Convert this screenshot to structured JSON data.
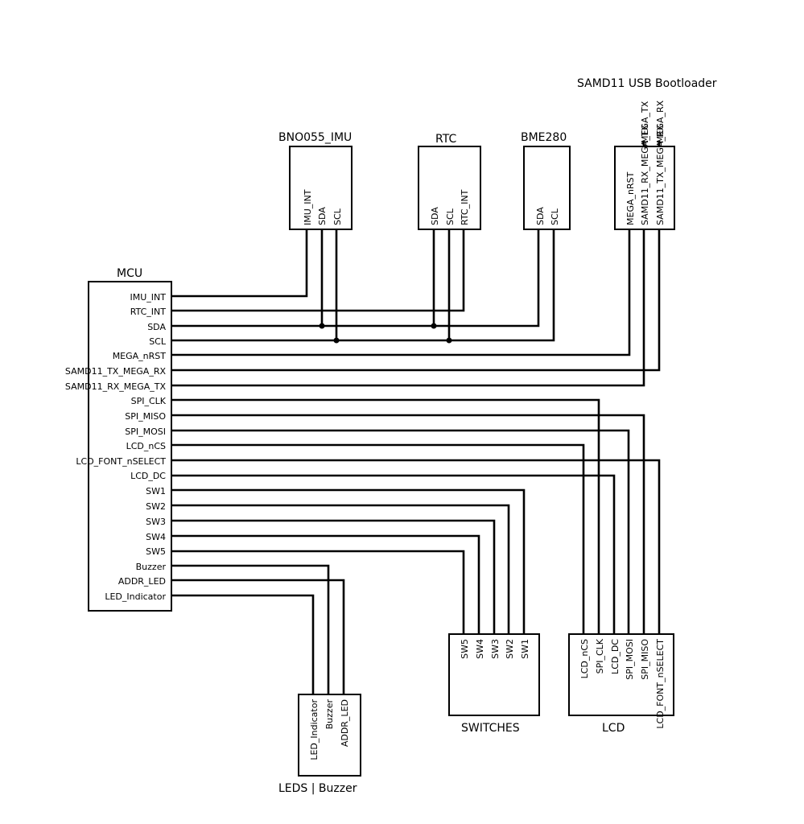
{
  "blocks": {
    "mcu": {
      "title": "MCU",
      "pins": [
        "IMU_INT",
        "RTC_INT",
        "SDA",
        "SCL",
        "MEGA_nRST",
        "SAMD11_TX_MEGA_RX",
        "SAMD11_RX_MEGA_TX",
        "SPI_CLK",
        "SPI_MISO",
        "SPI_MOSI",
        "LCD_nCS",
        "LCD_FONT_nSELECT",
        "LCD_DC",
        "SW1",
        "SW2",
        "SW3",
        "SW4",
        "SW5",
        "Buzzer",
        "ADDR_LED",
        "LED_Indicator"
      ]
    },
    "imu": {
      "title": "BNO055_IMU",
      "pins": [
        "IMU_INT",
        "SDA",
        "SCL"
      ]
    },
    "rtc": {
      "title": "RTC",
      "pins": [
        "SDA",
        "SCL",
        "RTC_INT"
      ]
    },
    "bme": {
      "title": "BME280",
      "pins": [
        "SDA",
        "SCL"
      ]
    },
    "samd": {
      "title": "SAMD11 USB Bootloader",
      "pins": [
        "MEGA_nRST",
        "SAMD11_RX_MEGA_TX",
        "SAMD11_TX_MEGA_RX"
      ],
      "outer_pins": [
        "MEGA_TX",
        "MEGA_RX"
      ]
    },
    "switches": {
      "title": "SWITCHES",
      "pins": [
        "SW5",
        "SW4",
        "SW3",
        "SW2",
        "SW1"
      ]
    },
    "lcd": {
      "title": "LCD",
      "pins": [
        "LCD_nCS",
        "SPI_CLK",
        "LCD_DC",
        "SPI_MOSI",
        "SPI_MISO",
        "LCD_FONT_nSELECT"
      ]
    },
    "leds": {
      "title": "LEDS | Buzzer",
      "pins": [
        "LED_Indicator",
        "Buzzer",
        "ADDR_LED"
      ]
    }
  }
}
